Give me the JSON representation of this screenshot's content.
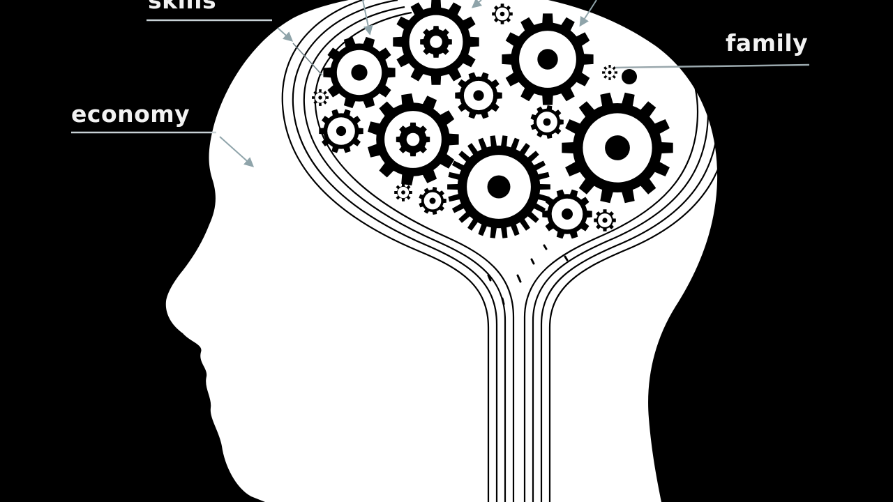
{
  "labels": {
    "skills": "skills",
    "family": "family",
    "economy": "economy"
  },
  "colors": {
    "background": "#000000",
    "head": "#ffffff",
    "ink": "#000000",
    "label_text": "#f2f2f2",
    "leader_line": "#c8d2d6",
    "arrow": "#8fa4aa"
  }
}
